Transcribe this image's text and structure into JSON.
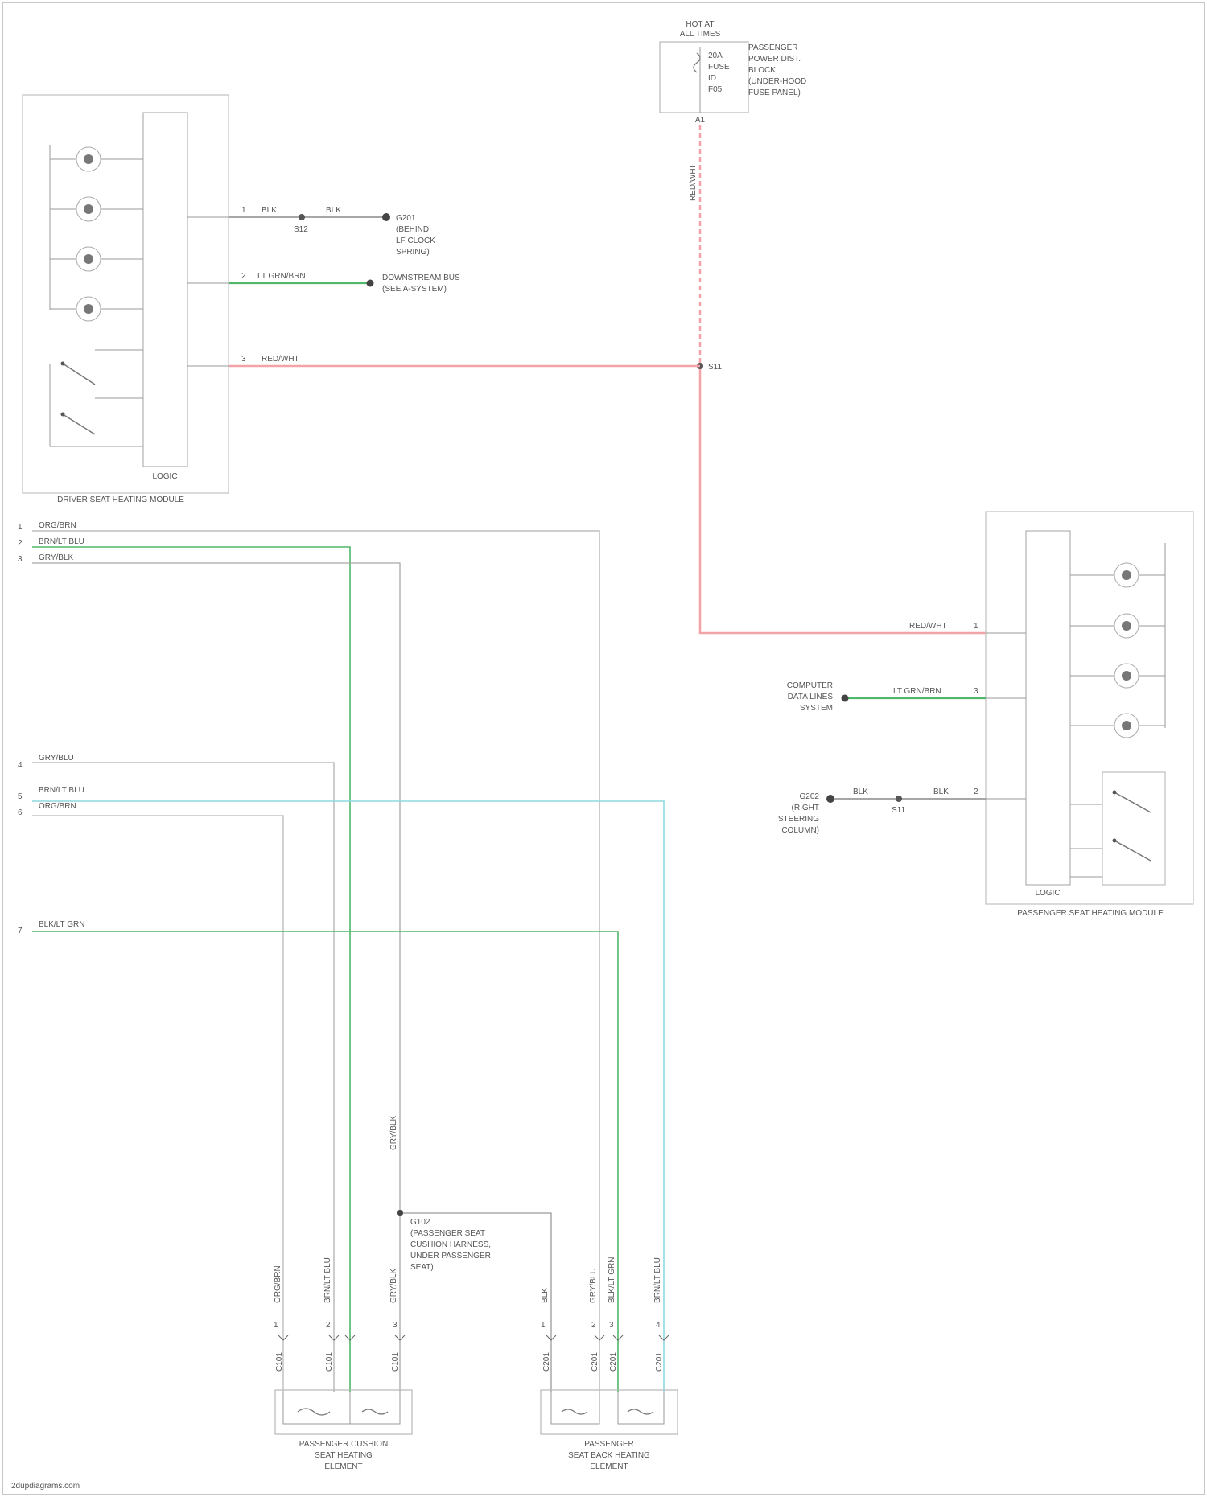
{
  "colors": {
    "line": "#9a9a9a",
    "box": "#b8b8b8",
    "red_wire": "#f2a3a8",
    "green_wire": "#4fb86a",
    "cyan_wire": "#8fd8e0",
    "ground": "#555555"
  },
  "fuse_box": {
    "title_lines": [
      "HOT AT",
      "ALL TIMES"
    ],
    "fuse_lines": [
      "20A",
      "FUSE",
      "ID",
      "F05"
    ],
    "desc_lines": [
      "PASSENGER",
      "POWER DIST.",
      "BLOCK",
      "(UNDER-HOOD",
      "FUSE PANEL)"
    ],
    "terminal": "A1",
    "wire_label": "RED/WHT",
    "splice": "S11"
  },
  "driver_module": {
    "name": "DRIVER SEAT HEATING MODULE",
    "inner_label": "LOGIC",
    "wires": [
      {
        "pin": "1",
        "label": "BLK",
        "splice": "S12",
        "label2": "BLK",
        "dest": [
          "G201",
          "(BEHIND",
          "LF CLOCK",
          "SPRING)"
        ]
      },
      {
        "pin": "2",
        "label": "LT GRN/BRN",
        "dest": [
          "DOWNSTREAM BUS",
          "(SEE A-SYSTEM)"
        ]
      },
      {
        "pin": "3",
        "label": "RED/WHT",
        "dest": []
      }
    ]
  },
  "passenger_module": {
    "name": "PASSENGER SEAT HEATING MODULE",
    "inner_label": "LOGIC",
    "wire_red_label": "RED/WHT",
    "wire_red_pin": "1",
    "wire_green_label": "LT GRN/BRN",
    "wire_green_pin": "3",
    "green_dest": [
      "COMPUTER",
      "DATA LINES",
      "SYSTEM"
    ],
    "ground_label": "BLK",
    "ground_splice": "S11",
    "ground_label2": "BLK",
    "ground_pin": "2",
    "ground_dest": [
      "G202",
      "(RIGHT",
      "STEERING",
      "COLUMN)"
    ]
  },
  "left_wires": [
    {
      "pin": "1",
      "label": "ORG/BRN"
    },
    {
      "pin": "2",
      "label": "BRN/LT BLU"
    },
    {
      "pin": "3",
      "label": "GRY/BLK"
    },
    {
      "pin": "4",
      "label": "GRY/BLU"
    },
    {
      "pin": "5",
      "label": "BRN/LT BLU"
    },
    {
      "pin": "6",
      "label": "ORG/BRN"
    },
    {
      "pin": "7",
      "label": "BLK/LT GRN"
    }
  ],
  "ground_splice_text": [
    "G102",
    "(PASSENGER SEAT",
    "CUSHION HARNESS,",
    "UNDER PASSENGER",
    "SEAT)"
  ],
  "vertical_wire_labels": {
    "gry_blk_lower": "GRY/BLK"
  },
  "cushion_connectors": [
    {
      "label": "ORG/BRN",
      "pin": "1",
      "term": "C101"
    },
    {
      "label": "BRN/LT BLU",
      "pin": "2",
      "term": "C101"
    },
    {
      "label": "GRY/BLK",
      "pin": "3",
      "term": "C101"
    }
  ],
  "back_connectors": [
    {
      "label": "BLK",
      "pin": "1",
      "term": "C201"
    },
    {
      "label": "GRY/BLU",
      "pin": "2",
      "term": "C201"
    },
    {
      "label": "BLK/LT GRN",
      "pin": "3",
      "term": "C201"
    },
    {
      "label": "BRN/LT BLU",
      "pin": "4",
      "term": "C201"
    }
  ],
  "heater_elements": {
    "cushion": [
      "PASSENGER CUSHION",
      "SEAT HEATING",
      "ELEMENT"
    ],
    "back": [
      "PASSENGER",
      "SEAT BACK HEATING",
      "ELEMENT"
    ]
  },
  "footer": "2dupdiagrams.com"
}
